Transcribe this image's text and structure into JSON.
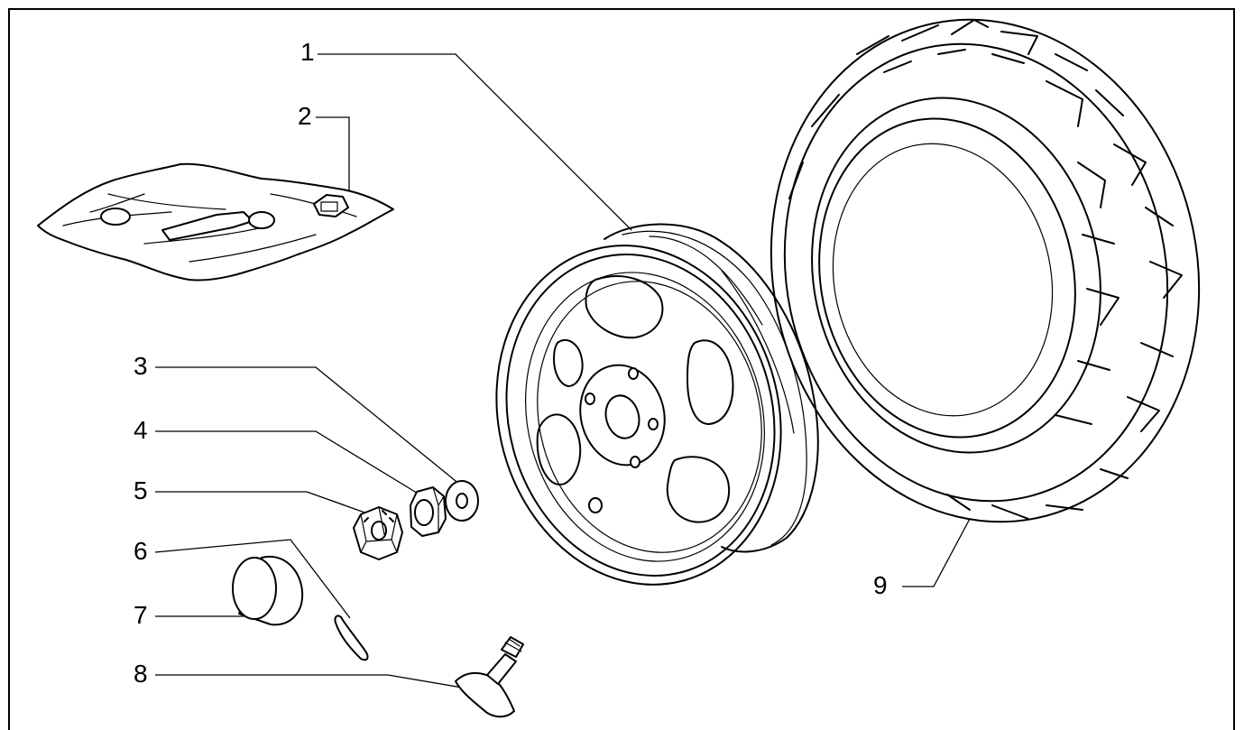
{
  "callouts": [
    {
      "id": "1",
      "text": "1"
    },
    {
      "id": "2",
      "text": "2"
    },
    {
      "id": "3",
      "text": "3"
    },
    {
      "id": "4",
      "text": "4"
    },
    {
      "id": "5",
      "text": "5"
    },
    {
      "id": "6",
      "text": "6"
    },
    {
      "id": "7",
      "text": "7"
    },
    {
      "id": "8",
      "text": "8"
    },
    {
      "id": "9",
      "text": "9"
    }
  ],
  "icons": {
    "rim": "wheel-rim-icon",
    "tyre": "tyre-icon",
    "tool_pouch": "tool-pouch-icon",
    "washer": "washer-icon",
    "nut": "nut-icon",
    "castellated_nut": "castellated-nut-icon",
    "cotter_pin": "cotter-pin-icon",
    "hub_cap": "hub-cap-icon",
    "valve": "tyre-valve-icon"
  }
}
